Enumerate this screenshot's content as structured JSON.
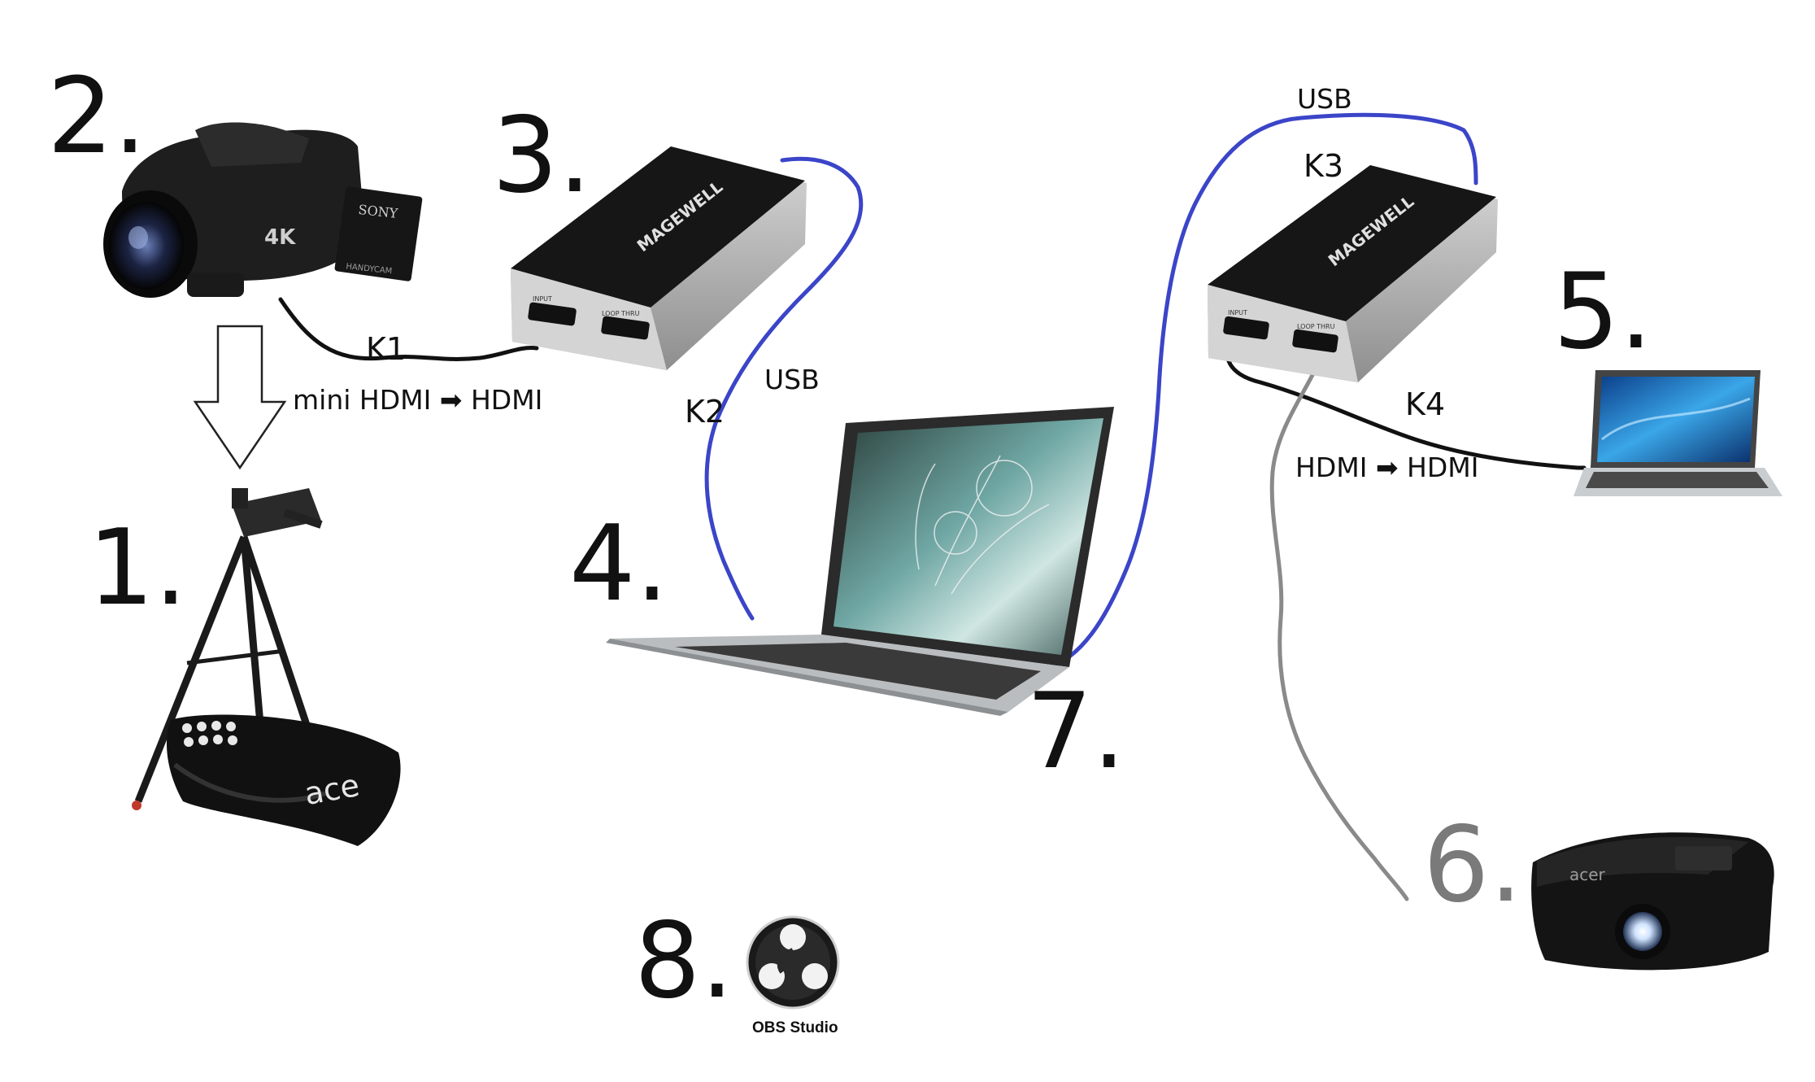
{
  "numbers": {
    "n1": "1.",
    "n2": "2.",
    "n3": "3.",
    "n4": "4.",
    "n5": "5.",
    "n6": "6.",
    "n7": "7.",
    "n8": "8."
  },
  "labels": {
    "k1": "K1",
    "k2": "K2",
    "k3": "K3",
    "k4": "K4",
    "usb_left": "USB",
    "usb_right": "USB",
    "mini_hdmi": "mini HDMI ➡ HDMI",
    "hdmi_hdmi": "HDMI ➡ HDMI",
    "obs": "OBS Studio"
  },
  "device_text": {
    "brand_capture": "MAGEWELL",
    "port_input": "INPUT",
    "port_loop": "LOOP THRU",
    "camera_brand": "SONY",
    "camera_4k": "4K",
    "camera_model": "HANDYCAM",
    "tripod_bag": "ace",
    "projector_brand": "acer"
  },
  "colors": {
    "usb_cable": "#3b45c8",
    "hdmi_cable": "#111111",
    "projector_cable": "#8a8a8a",
    "device_body": "#1c1c1c",
    "device_frame": "#b8b8b8"
  }
}
